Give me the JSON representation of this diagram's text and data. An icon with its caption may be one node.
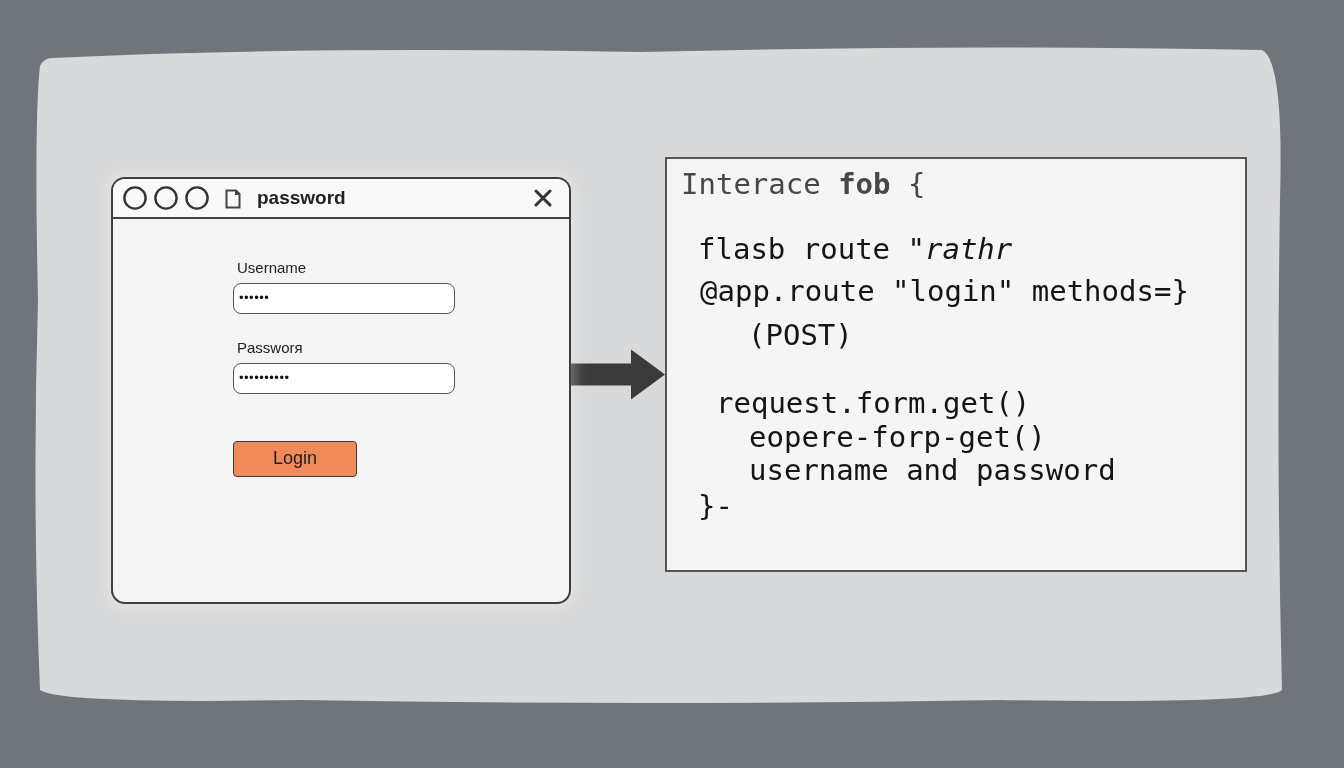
{
  "diagram": {
    "nodes": [
      {
        "text": [
          "password"
        ]
      },
      {
        "text": [
          "Username",
          "••••••"
        ],
        "in": 0
      },
      {
        "text": [
          "Passworя",
          "••••••••••"
        ],
        "in": 0
      },
      {
        "text": [
          "Login"
        ],
        "in": 0
      },
      {
        "text": [
          "Interace **fob** {",
          "flasb route \"*rathr*",
          "@app.route \"login\" methods=}",
          "(POST)",
          "request.form.get()",
          "eopere-forp-get()",
          "username and password",
          "}-"
        ]
      }
    ],
    "edges": [
      {
        "from": 0,
        "to": 4,
        "arrow": "to",
        "style": "thick"
      }
    ]
  }
}
